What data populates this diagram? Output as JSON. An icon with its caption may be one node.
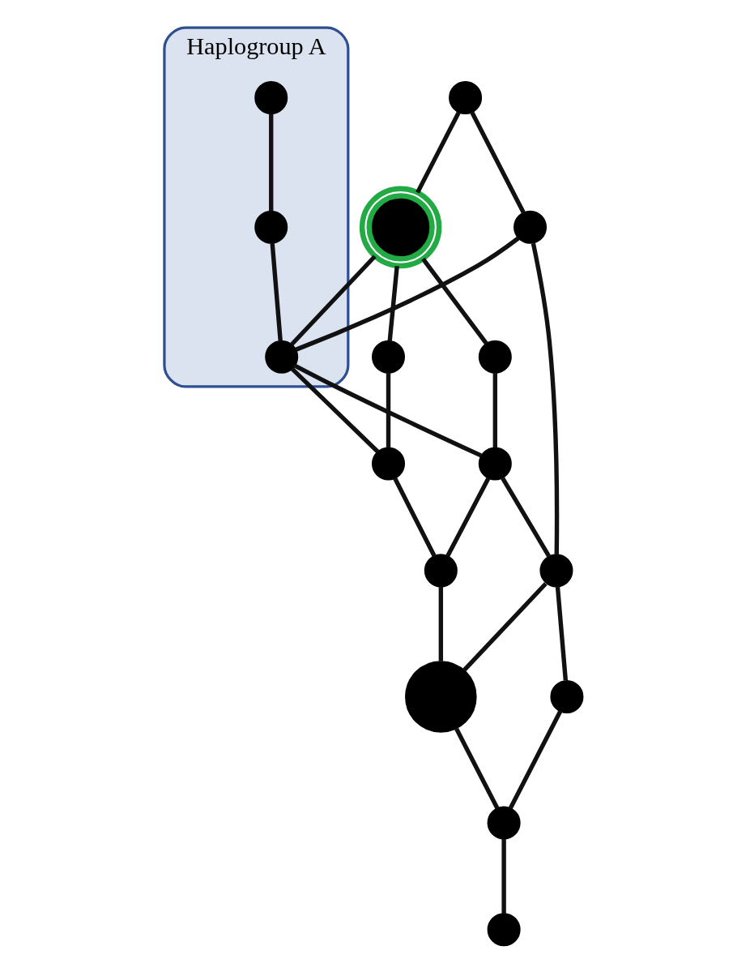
{
  "diagram": {
    "nodes": [
      {
        "text": [
          "Haplogroup A"
        ]
      },
      {
        "text": [],
        "shape": "circle",
        "in": 0
      },
      {
        "text": [],
        "shape": "circle",
        "in": 0
      },
      {
        "text": [],
        "shape": "circle",
        "in": 0
      },
      {
        "text": [],
        "shape": "circle"
      },
      {
        "text": [],
        "shape": "circle"
      },
      {
        "text": [],
        "shape": "circle"
      },
      {
        "text": [],
        "shape": "circle"
      },
      {
        "text": [],
        "shape": "circle"
      },
      {
        "text": [],
        "shape": "circle"
      },
      {
        "text": [],
        "shape": "circle"
      },
      {
        "text": [],
        "shape": "circle"
      },
      {
        "text": [],
        "shape": "circle"
      },
      {
        "text": [],
        "shape": "circle"
      },
      {
        "text": [],
        "shape": "circle"
      },
      {
        "text": [],
        "shape": "circle"
      },
      {
        "text": [],
        "shape": "circle"
      }
    ],
    "edges": [
      {
        "from": 1,
        "to": 2,
        "arrow": "none"
      },
      {
        "from": 2,
        "to": 3,
        "arrow": "none"
      },
      {
        "from": 4,
        "to": 5,
        "arrow": "none"
      },
      {
        "from": 4,
        "to": 7,
        "arrow": "none"
      },
      {
        "from": 5,
        "to": 3,
        "arrow": "none"
      },
      {
        "from": 5,
        "to": 8,
        "arrow": "none"
      },
      {
        "from": 5,
        "to": 6,
        "arrow": "none"
      },
      {
        "from": 3,
        "to": 9,
        "arrow": "none"
      },
      {
        "from": 6,
        "to": 9,
        "arrow": "none"
      },
      {
        "from": 7,
        "to": 3,
        "arrow": "none"
      },
      {
        "from": 3,
        "to": 10,
        "arrow": "none"
      },
      {
        "from": 8,
        "to": 10,
        "arrow": "none"
      },
      {
        "from": 7,
        "to": 11,
        "arrow": "none"
      },
      {
        "from": 9,
        "to": 12,
        "arrow": "none"
      },
      {
        "from": 10,
        "to": 11,
        "arrow": "none"
      },
      {
        "from": 10,
        "to": 12,
        "arrow": "none"
      },
      {
        "from": 11,
        "to": 13,
        "arrow": "none"
      },
      {
        "from": 11,
        "to": 14,
        "arrow": "none"
      },
      {
        "from": 12,
        "to": 14,
        "arrow": "none"
      },
      {
        "from": 13,
        "to": 15,
        "arrow": "none"
      },
      {
        "from": 14,
        "to": 15,
        "arrow": "none"
      },
      {
        "from": 15,
        "to": 16,
        "arrow": "none"
      }
    ]
  }
}
